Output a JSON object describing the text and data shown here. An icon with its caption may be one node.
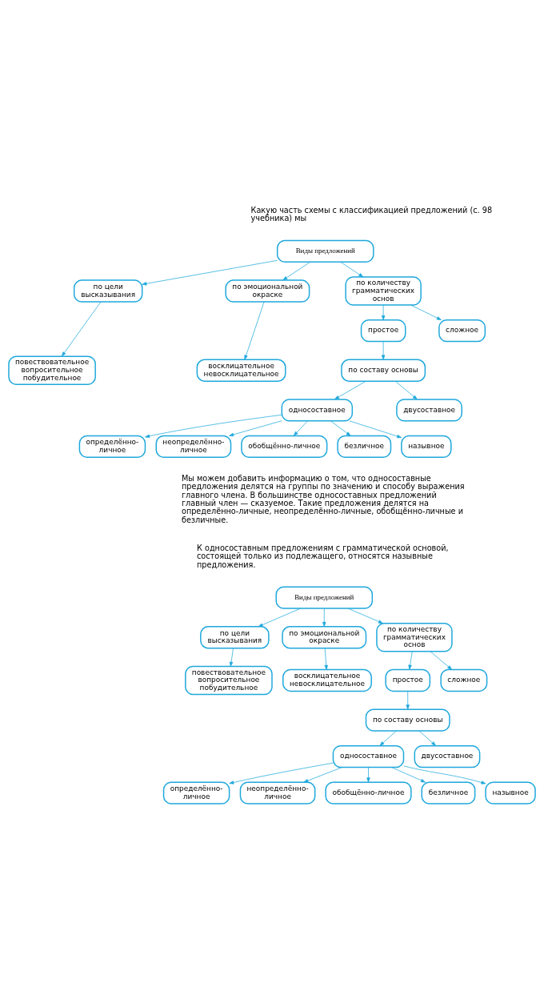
{
  "diagram": {
    "nodes": [
      {
        "text": [
          "Виды предложений"
        ]
      },
      {
        "text": [
          "по цели высказывания"
        ]
      },
      {
        "text": [
          "по эмоциональной окраске"
        ]
      },
      {
        "text": [
          "по количеству грамматических основ"
        ]
      },
      {
        "text": [
          "повествовательное",
          "вопросительное",
          "побудительное"
        ]
      },
      {
        "text": [
          "восклицательное",
          "невосклицательное"
        ]
      },
      {
        "text": [
          "простое"
        ]
      },
      {
        "text": [
          "сложное"
        ]
      },
      {
        "text": [
          "по составу основы"
        ]
      },
      {
        "text": [
          "односоставное"
        ]
      },
      {
        "text": [
          "двусоставное"
        ]
      },
      {
        "text": [
          "определённо-личное"
        ]
      },
      {
        "text": [
          "неопределённо-личное"
        ]
      },
      {
        "text": [
          "обобщённо-личное"
        ]
      },
      {
        "text": [
          "безличное"
        ]
      },
      {
        "text": [
          "назывное"
        ]
      },
      {
        "text": [
          "Виды предложений"
        ]
      },
      {
        "text": [
          "по цели высказывания"
        ]
      },
      {
        "text": [
          "по эмоциональной окраске"
        ]
      },
      {
        "text": [
          "по количеству грамматических основ"
        ]
      },
      {
        "text": [
          "повествовательное",
          "вопросительное",
          "побудительное"
        ]
      },
      {
        "text": [
          "восклицательное",
          "невосклицательное"
        ]
      },
      {
        "text": [
          "простое"
        ]
      },
      {
        "text": [
          "сложное"
        ]
      },
      {
        "text": [
          "по составу основы"
        ]
      },
      {
        "text": [
          "односоставное"
        ]
      },
      {
        "text": [
          "двусоставное"
        ]
      },
      {
        "text": [
          "определённо-личное"
        ]
      },
      {
        "text": [
          "неопределённо-личное"
        ]
      },
      {
        "text": [
          "обобщённо-личное"
        ]
      },
      {
        "text": [
          "безличное"
        ]
      },
      {
        "text": [
          "назывное"
        ]
      }
    ],
    "edges": [
      {
        "from": 0,
        "to": 1,
        "arrow": "to"
      },
      {
        "from": 0,
        "to": 2,
        "arrow": "to"
      },
      {
        "from": 0,
        "to": 3,
        "arrow": "to"
      },
      {
        "from": 1,
        "to": 4,
        "arrow": "to"
      },
      {
        "from": 2,
        "to": 5,
        "arrow": "to"
      },
      {
        "from": 3,
        "to": 6,
        "arrow": "to"
      },
      {
        "from": 3,
        "to": 7,
        "arrow": "to"
      },
      {
        "from": 6,
        "to": 8,
        "arrow": "to"
      },
      {
        "from": 8,
        "to": 9,
        "arrow": "to"
      },
      {
        "from": 8,
        "to": 10,
        "arrow": "to"
      },
      {
        "from": 9,
        "to": 11,
        "arrow": "to"
      },
      {
        "from": 9,
        "to": 12,
        "arrow": "to"
      },
      {
        "from": 9,
        "to": 13,
        "arrow": "to"
      },
      {
        "from": 9,
        "to": 14,
        "arrow": "to"
      },
      {
        "from": 9,
        "to": 15,
        "arrow": "to"
      },
      {
        "from": 16,
        "to": 17,
        "arrow": "to"
      },
      {
        "from": 16,
        "to": 18,
        "arrow": "to"
      },
      {
        "from": 16,
        "to": 19,
        "arrow": "to"
      },
      {
        "from": 17,
        "to": 20,
        "arrow": "to"
      },
      {
        "from": 18,
        "to": 21,
        "arrow": "to"
      },
      {
        "from": 19,
        "to": 22,
        "arrow": "to"
      },
      {
        "from": 19,
        "to": 23,
        "arrow": "to"
      },
      {
        "from": 22,
        "to": 24,
        "arrow": "to"
      },
      {
        "from": 24,
        "to": 25,
        "arrow": "to"
      },
      {
        "from": 24,
        "to": 26,
        "arrow": "to"
      },
      {
        "from": 25,
        "to": 27,
        "arrow": "to"
      },
      {
        "from": 25,
        "to": 28,
        "arrow": "to"
      },
      {
        "from": 25,
        "to": 29,
        "arrow": "to"
      },
      {
        "from": 25,
        "to": 30,
        "arrow": "to"
      },
      {
        "from": 25,
        "to": 31,
        "arrow": "to"
      }
    ],
    "labels": [
      "Какую часть схемы с классификацией предложений (с. 98 учебника) мы",
      "Мы можем добавить информацию о том, что односоставные предложения делятся на группы по значению и способу выражения главного члена. В большинстве односоставных предложений главный член — сказуемое. Такие предложения делятся на определённо-личные, неопределённо-личные, обобщённо-личные и безличные.",
      "К односоставным предложениям с грамматической основой, состоящей только из подлежащего, относятся назывные предложения."
    ]
  }
}
